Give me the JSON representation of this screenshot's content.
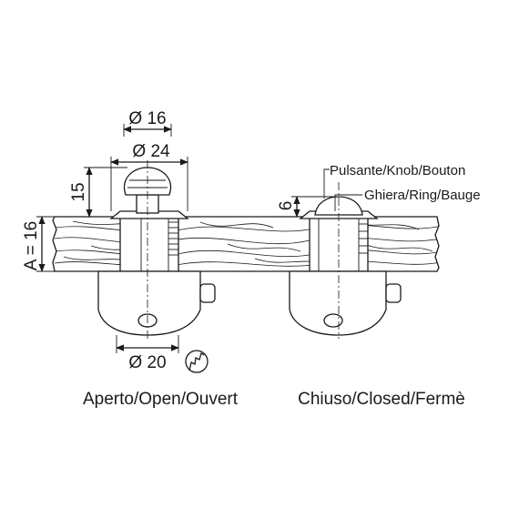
{
  "dimensions": {
    "knob_diameter": "Ø 16",
    "ring_diameter": "Ø 24",
    "knob_height": "15",
    "panel_thickness": "A = 16",
    "closed_protrusion": "6",
    "body_diameter": "Ø 20"
  },
  "callouts": {
    "knob": "Pulsante/Knob/Bouton",
    "ring": "Ghiera/Ring/Bauge"
  },
  "captions": {
    "open": "Aperto/Open/Ouvert",
    "closed": "Chiuso/Closed/Fermè"
  },
  "icons": {
    "key": "key-icon"
  }
}
